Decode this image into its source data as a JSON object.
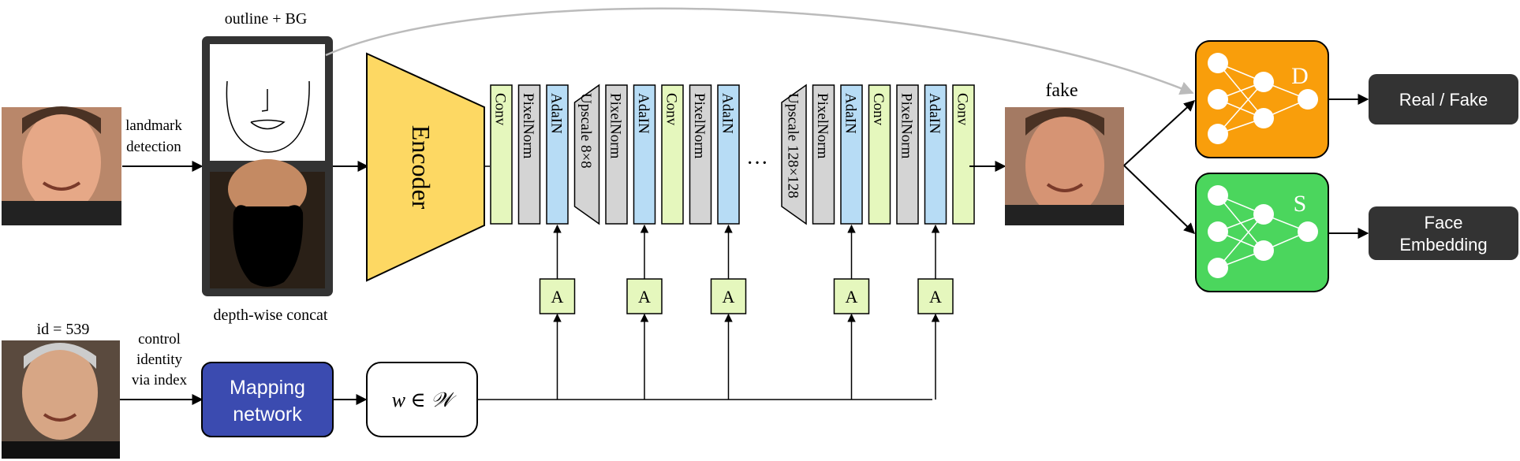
{
  "labels": {
    "outline_bg": "outline + BG",
    "depth_concat": "depth-wise concat",
    "landmark_1": "landmark",
    "landmark_2": "detection",
    "id_label": "id = 539",
    "control_1": "control",
    "control_2": "identity",
    "control_3": "via index",
    "fake": "fake",
    "ellipsis": "···"
  },
  "encoder": {
    "label": "Encoder",
    "color": "#fdd863"
  },
  "mapping": {
    "line1": "Mapping",
    "line2": "network",
    "color": "#3b4bb0"
  },
  "w_label": "w ∈ 𝒲",
  "layer_colors": {
    "Conv": "#e5f7bd",
    "PixelNorm": "#d4d4d4",
    "AdaIN": "#b7dcf5",
    "Upscale": "#d4d4d4",
    "A": "#e5f7bd"
  },
  "layers": [
    "Conv",
    "PixelNorm",
    "AdaIN",
    "Upscale 8×8",
    "PixelNorm",
    "AdaIN",
    "Conv",
    "PixelNorm",
    "AdaIN",
    "Upscale 128×128",
    "PixelNorm",
    "AdaIN",
    "Conv",
    "PixelNorm",
    "AdaIN",
    "Conv"
  ],
  "a_label": "A",
  "discriminators": [
    {
      "letter": "D",
      "color": "#f99e0b"
    },
    {
      "letter": "S",
      "color": "#4bd65d"
    }
  ],
  "outputs": {
    "real_fake": "Real / Fake",
    "face_1": "Face",
    "face_2": "Embedding",
    "color": "#333333"
  }
}
